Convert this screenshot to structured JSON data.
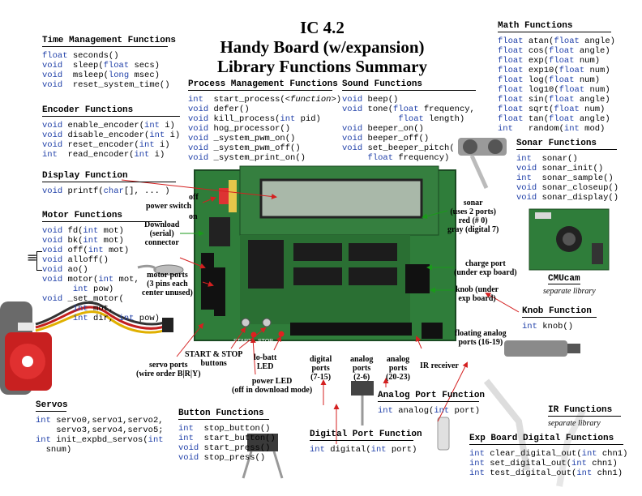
{
  "title": [
    "IC 4.2",
    "Handy Board (w/expansion)",
    "Library Functions Summary"
  ],
  "time": {
    "heading": "Time Management Functions",
    "lines": [
      [
        [
          "float ",
          "kw"
        ],
        [
          "seconds()",
          ""
        ]
      ],
      [
        [
          "void  ",
          "kw"
        ],
        [
          "sleep(",
          ""
        ],
        [
          "float ",
          "kw"
        ],
        [
          "secs)",
          ""
        ]
      ],
      [
        [
          "void  ",
          "kw"
        ],
        [
          "msleep(",
          ""
        ],
        [
          "long ",
          "kw"
        ],
        [
          "msec)",
          ""
        ]
      ],
      [
        [
          "void  ",
          "kw"
        ],
        [
          "reset_system_time()",
          ""
        ]
      ]
    ]
  },
  "encoder": {
    "heading": "Encoder Functions",
    "lines": [
      [
        [
          "void ",
          "kw"
        ],
        [
          "enable_encoder(",
          ""
        ],
        [
          "int ",
          "kw"
        ],
        [
          "i)",
          ""
        ]
      ],
      [
        [
          "void ",
          "kw"
        ],
        [
          "disable_encoder(",
          ""
        ],
        [
          "int ",
          "kw"
        ],
        [
          "i)",
          ""
        ]
      ],
      [
        [
          "void ",
          "kw"
        ],
        [
          "reset_encoder(",
          ""
        ],
        [
          "int ",
          "kw"
        ],
        [
          "i)",
          ""
        ]
      ],
      [
        [
          "int  ",
          "kw"
        ],
        [
          "read_encoder(",
          ""
        ],
        [
          "int ",
          "kw"
        ],
        [
          "i)",
          ""
        ]
      ]
    ]
  },
  "display": {
    "heading": "Display Function",
    "lines": [
      [
        [
          "void ",
          "kw"
        ],
        [
          "printf(",
          ""
        ],
        [
          "char",
          "kw"
        ],
        [
          "[], ... )",
          ""
        ]
      ]
    ]
  },
  "motor": {
    "heading": "Motor Functions",
    "equiv": "≡",
    "lines": [
      [
        [
          "void ",
          "kw"
        ],
        [
          "fd(",
          ""
        ],
        [
          "int ",
          "kw"
        ],
        [
          "mot)",
          ""
        ]
      ],
      [
        [
          "void ",
          "kw"
        ],
        [
          "bk(",
          ""
        ],
        [
          "int ",
          "kw"
        ],
        [
          "mot)",
          ""
        ]
      ],
      [
        [
          "void ",
          "kw"
        ],
        [
          "off(",
          ""
        ],
        [
          "int ",
          "kw"
        ],
        [
          "mot)",
          ""
        ]
      ],
      [
        [
          "void ",
          "kw"
        ],
        [
          "alloff()",
          ""
        ]
      ],
      [
        [
          "void ",
          "kw"
        ],
        [
          "ao()",
          ""
        ]
      ],
      [
        [
          "void ",
          "kw"
        ],
        [
          "motor(",
          ""
        ],
        [
          "int ",
          "kw"
        ],
        [
          "mot,",
          ""
        ]
      ],
      [
        [
          "      ",
          ""
        ],
        [
          "int ",
          "kw"
        ],
        [
          "pow)",
          ""
        ]
      ],
      [
        [
          "void ",
          "kw"
        ],
        [
          "_set_motor(",
          ""
        ]
      ],
      [
        [
          "      ",
          ""
        ],
        [
          "int ",
          "kw"
        ],
        [
          "mot,",
          ""
        ]
      ],
      [
        [
          "      ",
          ""
        ],
        [
          "int ",
          "kw"
        ],
        [
          "dir, ",
          ""
        ],
        [
          "int ",
          "kw"
        ],
        [
          "pow)",
          ""
        ]
      ]
    ]
  },
  "process": {
    "heading": "Process Management Functions",
    "lines": [
      [
        [
          "int  ",
          "kw"
        ],
        [
          "start_process(<",
          ""
        ],
        [
          "function",
          ""
        ],
        [
          ">)",
          ""
        ]
      ],
      [
        [
          "void ",
          "kw"
        ],
        [
          "defer()",
          ""
        ]
      ],
      [
        [
          "void ",
          "kw"
        ],
        [
          "kill_process(",
          ""
        ],
        [
          "int ",
          "kw"
        ],
        [
          "pid)",
          ""
        ]
      ],
      [
        [
          "void ",
          "kw"
        ],
        [
          "hog_processor()",
          ""
        ]
      ],
      [
        [
          "void ",
          "kw"
        ],
        [
          "_system_pwm_on()",
          ""
        ]
      ],
      [
        [
          "void ",
          "kw"
        ],
        [
          "_system_pwm_off()",
          ""
        ]
      ],
      [
        [
          "void ",
          "kw"
        ],
        [
          "_system_print_on()",
          ""
        ]
      ]
    ]
  },
  "sound": {
    "heading": "Sound Functions",
    "lines": [
      [
        [
          "void ",
          "kw"
        ],
        [
          "beep()",
          ""
        ]
      ],
      [
        [
          "void ",
          "kw"
        ],
        [
          "tone(",
          ""
        ],
        [
          "float ",
          "kw"
        ],
        [
          "frequency,",
          ""
        ]
      ],
      [
        [
          "           ",
          ""
        ],
        [
          "float ",
          "kw"
        ],
        [
          "length)",
          ""
        ]
      ],
      [
        [
          "void ",
          "kw"
        ],
        [
          "beeper_on()",
          ""
        ]
      ],
      [
        [
          "void ",
          "kw"
        ],
        [
          "beeper_off()",
          ""
        ]
      ],
      [
        [
          "void ",
          "kw"
        ],
        [
          "set_beeper_pitch(",
          ""
        ]
      ],
      [
        [
          "     ",
          ""
        ],
        [
          "float ",
          "kw"
        ],
        [
          "frequency)",
          ""
        ]
      ]
    ]
  },
  "math": {
    "heading": "Math Functions",
    "lines": [
      [
        [
          "float ",
          "kw"
        ],
        [
          "atan(",
          ""
        ],
        [
          "float ",
          "kw"
        ],
        [
          "angle)",
          ""
        ]
      ],
      [
        [
          "float ",
          "kw"
        ],
        [
          "cos(",
          ""
        ],
        [
          "float ",
          "kw"
        ],
        [
          "angle)",
          ""
        ]
      ],
      [
        [
          "float ",
          "kw"
        ],
        [
          "exp(",
          ""
        ],
        [
          "float ",
          "kw"
        ],
        [
          "num)",
          ""
        ]
      ],
      [
        [
          "float ",
          "kw"
        ],
        [
          "exp10(",
          ""
        ],
        [
          "float ",
          "kw"
        ],
        [
          "num)",
          ""
        ]
      ],
      [
        [
          "float ",
          "kw"
        ],
        [
          "log(",
          ""
        ],
        [
          "float ",
          "kw"
        ],
        [
          "num)",
          ""
        ]
      ],
      [
        [
          "float ",
          "kw"
        ],
        [
          "log10(",
          ""
        ],
        [
          "float ",
          "kw"
        ],
        [
          "num)",
          ""
        ]
      ],
      [
        [
          "float ",
          "kw"
        ],
        [
          "sin(",
          ""
        ],
        [
          "float ",
          "kw"
        ],
        [
          "angle)",
          ""
        ]
      ],
      [
        [
          "float ",
          "kw"
        ],
        [
          "sqrt(",
          ""
        ],
        [
          "float ",
          "kw"
        ],
        [
          "num)",
          ""
        ]
      ],
      [
        [
          "float ",
          "kw"
        ],
        [
          "tan(",
          ""
        ],
        [
          "float ",
          "kw"
        ],
        [
          "angle)",
          ""
        ]
      ],
      [
        [
          "int   ",
          "kw"
        ],
        [
          "random(",
          ""
        ],
        [
          "int ",
          "kw"
        ],
        [
          "mod)",
          ""
        ]
      ]
    ]
  },
  "sonar": {
    "heading": "Sonar Functions",
    "lines": [
      [
        [
          "int  ",
          "kw"
        ],
        [
          "sonar()",
          ""
        ]
      ],
      [
        [
          "void ",
          "kw"
        ],
        [
          "sonar_init()",
          ""
        ]
      ],
      [
        [
          "int  ",
          "kw"
        ],
        [
          "sonar_sample()",
          ""
        ]
      ],
      [
        [
          "void ",
          "kw"
        ],
        [
          "sonar_closeup()",
          ""
        ]
      ],
      [
        [
          "void ",
          "kw"
        ],
        [
          "sonar_display()",
          ""
        ]
      ]
    ]
  },
  "knob": {
    "heading": "Knob Function",
    "lines": [
      [
        [
          "int ",
          "kw"
        ],
        [
          "knob()",
          ""
        ]
      ]
    ]
  },
  "servos": {
    "heading": "Servos",
    "lines": [
      [
        [
          "int ",
          "kw"
        ],
        [
          "servo0,servo1,servo2,",
          ""
        ]
      ],
      [
        [
          "    ",
          ""
        ],
        [
          "servo3,servo4,servo5;",
          ""
        ]
      ],
      [
        [
          "int ",
          "kw"
        ],
        [
          "init_expbd_servos(",
          ""
        ],
        [
          "int",
          "kw"
        ]
      ],
      [
        [
          "  ",
          ""
        ],
        [
          "snum)",
          ""
        ]
      ]
    ]
  },
  "button": {
    "heading": "Button Functions",
    "lines": [
      [
        [
          "int  ",
          "kw"
        ],
        [
          "stop_button()",
          ""
        ]
      ],
      [
        [
          "int  ",
          "kw"
        ],
        [
          "start_button()",
          ""
        ]
      ],
      [
        [
          "void ",
          "kw"
        ],
        [
          "start_press()",
          ""
        ]
      ],
      [
        [
          "void ",
          "kw"
        ],
        [
          "stop_press()",
          ""
        ]
      ]
    ]
  },
  "analog": {
    "heading": "Analog Port Function",
    "lines": [
      [
        [
          "int ",
          "kw"
        ],
        [
          "analog(",
          ""
        ],
        [
          "int ",
          "kw"
        ],
        [
          "port)",
          ""
        ]
      ]
    ]
  },
  "digital": {
    "heading": "Digital Port Function",
    "lines": [
      [
        [
          "int ",
          "kw"
        ],
        [
          "digital(",
          ""
        ],
        [
          "int ",
          "kw"
        ],
        [
          "port)",
          ""
        ]
      ]
    ]
  },
  "ir": {
    "heading": "IR Functions",
    "subtitle": "separate library"
  },
  "expdig": {
    "heading": "Exp Board Digital Functions",
    "lines": [
      [
        [
          "int ",
          "kw"
        ],
        [
          "clear_digital_out(",
          ""
        ],
        [
          "int ",
          "kw"
        ],
        [
          "chn1)",
          ""
        ]
      ],
      [
        [
          "int ",
          "kw"
        ],
        [
          "set_digital_out(",
          ""
        ],
        [
          "int ",
          "kw"
        ],
        [
          "chn1)",
          ""
        ]
      ],
      [
        [
          "int ",
          "kw"
        ],
        [
          "test_digital_out(",
          ""
        ],
        [
          "int ",
          "kw"
        ],
        [
          "chn1)",
          ""
        ]
      ]
    ]
  },
  "cmucam": {
    "label": "CMUcam",
    "subtitle": "separate library"
  },
  "labels": {
    "off": "off",
    "on": "on",
    "power_switch": "power switch",
    "download": "Download\n(serial)\nconnector",
    "motor_ports": "motor ports\n(3 pins each\ncenter unused)",
    "servo_ports": "servo ports\n(wire order B|R|Y)",
    "start_stop": "START & STOP\nbuttons",
    "lobatt": "lo-batt\nLED",
    "power_led": "power LED\n(off in download mode)",
    "digital_ports": "digital\nports\n(7-15)",
    "analog_ports_a": "analog\nports\n(2-6)",
    "analog_ports_b": "analog\nports\n(20-23)",
    "ir_receiver": "IR receiver",
    "floating": "floating analog\nports (16-19)",
    "sonar": "sonar\n(uses 2 ports)\nred (# 0)\ngray (digital 7)",
    "charge": "charge port\n(under exp board)",
    "knob": "knob (under\nexp board)"
  },
  "board_text": {
    "start": "START",
    "stop": "STOP"
  },
  "colors": {
    "keyword": "#1f3fa8",
    "arrow": "#d42020",
    "arrow_green": "#1a9a1a",
    "board": "#2f7d3a"
  }
}
